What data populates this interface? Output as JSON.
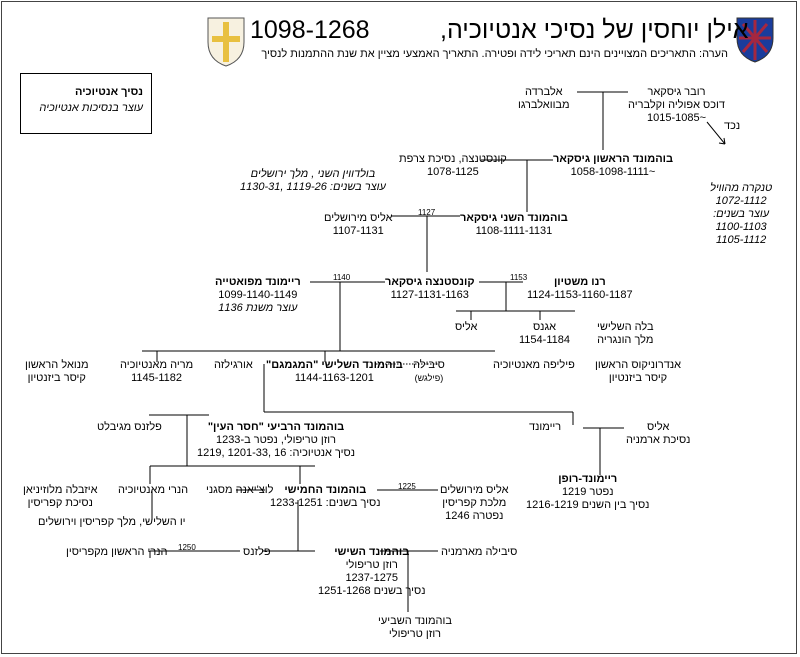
{
  "title_main": "אילן יוחסין של נסיכי אנטיוכיה,",
  "title_years": "1098-1268",
  "note": "הערה: התאריכים המצויינים הינם תאריכי לידה ופטירה. התאריך האמצעי מציין את שנת ההתמנות לנסיך",
  "legend": {
    "prince": "נסיך אנטיוכיה",
    "regent": "עוצר בנסיכות אנטיוכיה"
  },
  "colors": {
    "line": "#000000",
    "shield_right_bg": "#1a3c9c",
    "shield_right_cross": "#d42020",
    "shield_left_cross": "#e8c040",
    "shield_left_moon": "#d42020"
  },
  "people": {
    "robert": {
      "l1": "רובר גיסקאר",
      "l2": "דוכס אפוליה וקלבריה",
      "l3": "~1015-1085"
    },
    "alberada": {
      "l1": "אלברדה",
      "l2": "מבוואלברגו"
    },
    "bohemond1": {
      "l1": "בוהמונד הראשון גיסקאר",
      "l2": "~1058-1098-1111"
    },
    "constance_f": {
      "l1": "קונסטנצה, נסיכת צרפת",
      "l2": "1078-1125"
    },
    "nephew": {
      "l1": "נכד"
    },
    "tancred": {
      "l1": "טנקרה מהוויל",
      "l2": "1072-1112",
      "l3": "עוצר בשנים:",
      "l4": "1100-1103",
      "l5": "1105-1112"
    },
    "baldwin2": {
      "l1": "בולדווין השני , מלך ירושלים",
      "l2": "עוצר בשנים: 1119-26 ,1130-31"
    },
    "bohemond2": {
      "l1": "בוהמונד השני גיסקאר",
      "l2": "1108-1111-1131"
    },
    "alice_j": {
      "l1": "אליס מירושלים",
      "l2": "1107-1131"
    },
    "constance": {
      "l1": "קונסטנצה גיסקאר",
      "l2": "1127-1131-1163"
    },
    "raymond": {
      "l1": "ריימונד מפואטייה",
      "l2": "1099-1140-1149",
      "l3": "עוצר משנת 1136"
    },
    "renaud": {
      "l1": "רנו משטיון",
      "l2": "1124-1153-1160-1187"
    },
    "bela3": {
      "l1": "בלה השלישי",
      "l2": "מלך הונגריה"
    },
    "agnes": {
      "l1": "אגנס",
      "l2": "1154-1184"
    },
    "alice2": {
      "l1": "אליס"
    },
    "manuel": {
      "l1": "מנואל הראשון",
      "l2": "קיסר ביזנטיון"
    },
    "maria": {
      "l1": "מריה מאנטיוכיה",
      "l2": "1145-1182"
    },
    "orgeluse": {
      "l1": "אורגילזה"
    },
    "bohemond3": {
      "l1": "בוהמונד השלישי \"המגמגם\"",
      "l2": "1144-1163-1201"
    },
    "sibylla": {
      "l1": "סיבילה",
      "l2": "(פילגש)"
    },
    "philippa": {
      "l1": "פיליפה מאנטיוכיה"
    },
    "andronikos": {
      "l1": "אנדרוניקוס הראשון",
      "l2": "קיסר ביזנטיון"
    },
    "plaisance_g": {
      "l1": "פלזנס מגיבלט"
    },
    "bohemond4": {
      "l1": "בוהמונד הרביעי \"חסר העין\"",
      "l2": "רוזן טריפולי, נפטר ב-1233",
      "l3": "נסיך אנטיוכיה: 16 ,1201-33 ,1219"
    },
    "raymond_s": {
      "l1": "ריימונד"
    },
    "alice_arm": {
      "l1": "אליס",
      "l2": "נסיכת ארמניה"
    },
    "raymond_rupen": {
      "l1": "ריימונד-רופן",
      "l2": "נפטר 1219",
      "l3": "נסיך בין השנים 1216-1219"
    },
    "henry_a": {
      "l1": "הנרי מאנטיוכיה"
    },
    "isabella": {
      "l1": "איזבלה מלוזיניאן",
      "l2": "נסיכת קפריסין"
    },
    "hugh3": {
      "l1": "יו השלישי, מלך קפריסין וירושלים"
    },
    "lucienne": {
      "l1": "לוצ'יאנה מסגני"
    },
    "bohemond5": {
      "l1": "בוהמונד החמישי",
      "l2": "נסיך בשנים: 1233-1251"
    },
    "alice_jc": {
      "l1": "אליס מירושלים",
      "l2": "מלכת קפריסין",
      "l3": "נפטרה 1246"
    },
    "henry1": {
      "l1": "הנרי הראשון מקפריסין"
    },
    "plaisance": {
      "l1": "פלזנס"
    },
    "bohemond6": {
      "l1": "בוהמונד השישי",
      "l2": "רוזן טריפולי",
      "l3": "1237-1275",
      "l4": "נסיך בשנים 1251-1268"
    },
    "sibylla_arm": {
      "l1": "סיבילה מארמניה"
    },
    "bohemond7": {
      "l1": "בוהמונד השביעי",
      "l2": "רוזן טריפולי"
    }
  },
  "marriage_years": {
    "m1127": "1127",
    "m1140": "1140",
    "m1153": "1153",
    "m1225": "1225",
    "m1250": "1250"
  }
}
